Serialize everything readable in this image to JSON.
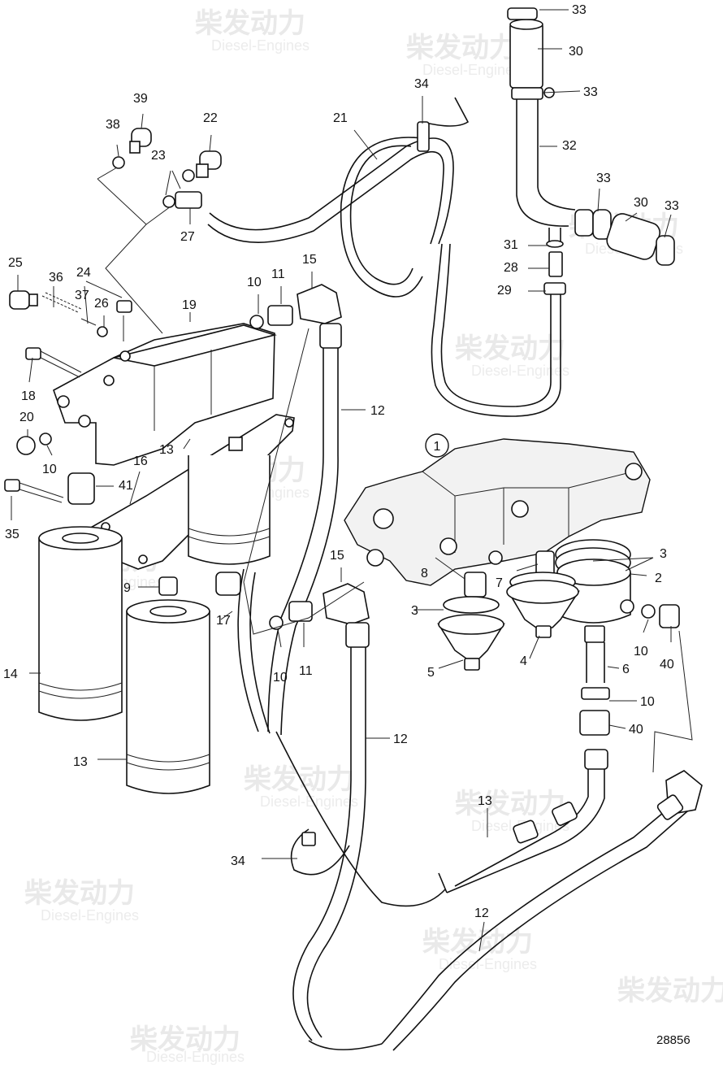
{
  "watermark": {
    "cn": "柴发动力",
    "en": "Diesel-Engines"
  },
  "reference_number": "28856",
  "circled_label": "1",
  "callouts": [
    {
      "id": "c33a",
      "label": "33"
    },
    {
      "id": "c30a",
      "label": "30"
    },
    {
      "id": "c33b",
      "label": "33"
    },
    {
      "id": "c34a",
      "label": "34"
    },
    {
      "id": "c21",
      "label": "21"
    },
    {
      "id": "c32",
      "label": "32"
    },
    {
      "id": "c39",
      "label": "39"
    },
    {
      "id": "c38",
      "label": "38"
    },
    {
      "id": "c22",
      "label": "22"
    },
    {
      "id": "c23",
      "label": "23"
    },
    {
      "id": "c27",
      "label": "27"
    },
    {
      "id": "c33c",
      "label": "33"
    },
    {
      "id": "c30b",
      "label": "30"
    },
    {
      "id": "c33d",
      "label": "33"
    },
    {
      "id": "c31",
      "label": "31"
    },
    {
      "id": "c28",
      "label": "28"
    },
    {
      "id": "c29",
      "label": "29"
    },
    {
      "id": "c25",
      "label": "25"
    },
    {
      "id": "c36",
      "label": "36"
    },
    {
      "id": "c24",
      "label": "24"
    },
    {
      "id": "c37",
      "label": "37"
    },
    {
      "id": "c26",
      "label": "26"
    },
    {
      "id": "c19",
      "label": "19"
    },
    {
      "id": "c10a",
      "label": "10"
    },
    {
      "id": "c11a",
      "label": "11"
    },
    {
      "id": "c15a",
      "label": "15"
    },
    {
      "id": "c18",
      "label": "18"
    },
    {
      "id": "c20",
      "label": "20"
    },
    {
      "id": "c10b",
      "label": "10"
    },
    {
      "id": "c13a",
      "label": "13"
    },
    {
      "id": "c16",
      "label": "16"
    },
    {
      "id": "c12a",
      "label": "12"
    },
    {
      "id": "c41",
      "label": "41"
    },
    {
      "id": "c35",
      "label": "35"
    },
    {
      "id": "c3a",
      "label": "3"
    },
    {
      "id": "c2",
      "label": "2"
    },
    {
      "id": "c7",
      "label": "7"
    },
    {
      "id": "c8",
      "label": "8"
    },
    {
      "id": "c3b",
      "label": "3"
    },
    {
      "id": "c9",
      "label": "9"
    },
    {
      "id": "c15b",
      "label": "15"
    },
    {
      "id": "c17",
      "label": "17"
    },
    {
      "id": "c14",
      "label": "14"
    },
    {
      "id": "c10c",
      "label": "10"
    },
    {
      "id": "c11b",
      "label": "11"
    },
    {
      "id": "c5",
      "label": "5"
    },
    {
      "id": "c4",
      "label": "4"
    },
    {
      "id": "c10d",
      "label": "10"
    },
    {
      "id": "c40a",
      "label": "40"
    },
    {
      "id": "c6",
      "label": "6"
    },
    {
      "id": "c10e",
      "label": "10"
    },
    {
      "id": "c40b",
      "label": "40"
    },
    {
      "id": "c12b",
      "label": "12"
    },
    {
      "id": "c13b",
      "label": "13"
    },
    {
      "id": "c13c",
      "label": "13"
    },
    {
      "id": "c34b",
      "label": "34"
    },
    {
      "id": "c12c",
      "label": "12"
    }
  ]
}
